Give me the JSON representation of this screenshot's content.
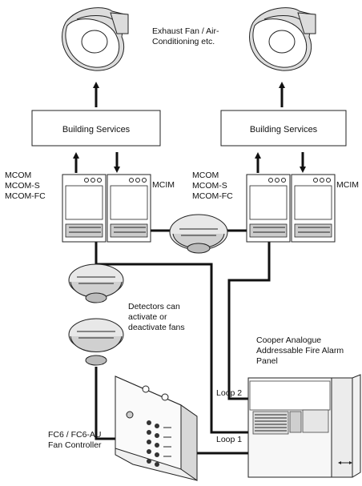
{
  "labels": {
    "exhaust_fan": [
      "Exhaust Fan / Air-",
      "Conditioning etc."
    ],
    "building_services_left": "Building Services",
    "building_services_right": "Building Services",
    "mcom_left": [
      "MCOM",
      "MCOM-S",
      "MCOM-FC"
    ],
    "mcim_left": "MCIM",
    "mcom_right": [
      "MCOM",
      "MCOM-S",
      "MCOM-FC"
    ],
    "mcim_right": "MCIM",
    "detectors_note": [
      "Detectors can",
      "activate or",
      "deactivate fans"
    ],
    "panel_title": [
      "Cooper Analogue",
      "Addressable Fire Alarm",
      "Panel"
    ],
    "loop2": "Loop 2",
    "loop1": "Loop 1",
    "fan_controller": [
      "FC6 / FC6-AU",
      "Fan Controller"
    ]
  }
}
